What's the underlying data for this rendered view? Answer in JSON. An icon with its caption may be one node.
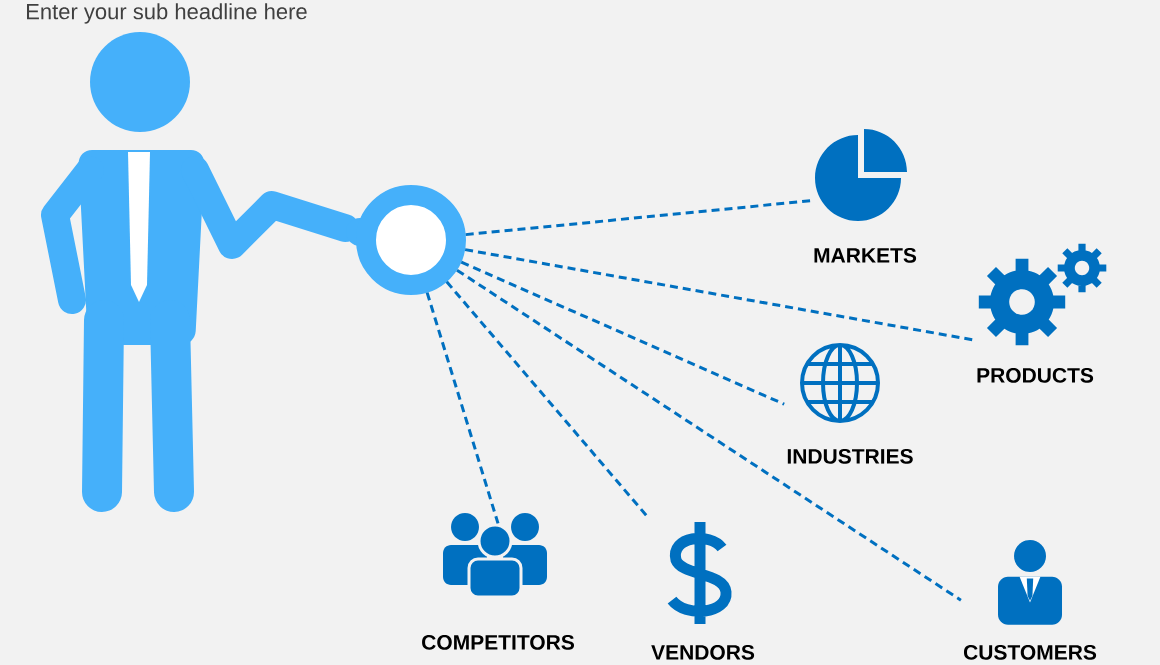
{
  "diagram": {
    "nodes": [
      {
        "text": [],
        "shape": "circle"
      },
      {
        "text": [
          "MARKETS"
        ]
      },
      {
        "text": [
          "PRODUCTS"
        ]
      },
      {
        "text": [
          "INDUSTRIES"
        ]
      },
      {
        "text": [
          "COMPETITORS"
        ]
      },
      {
        "text": [
          "VENDORS"
        ]
      },
      {
        "text": [
          "CUSTOMERS"
        ]
      }
    ],
    "edges": [
      {
        "from": 0,
        "to": 1,
        "arrow": "none",
        "style": "dashed"
      },
      {
        "from": 0,
        "to": 2,
        "arrow": "none",
        "style": "dashed"
      },
      {
        "from": 0,
        "to": 3,
        "arrow": "none",
        "style": "dashed"
      },
      {
        "from": 0,
        "to": 6,
        "arrow": "none",
        "style": "dashed"
      },
      {
        "from": 0,
        "to": 5,
        "arrow": "none",
        "style": "dashed"
      },
      {
        "from": 0,
        "to": 4,
        "arrow": "none",
        "style": "dashed"
      }
    ],
    "labels": [
      "Enter your sub headline here"
    ]
  }
}
